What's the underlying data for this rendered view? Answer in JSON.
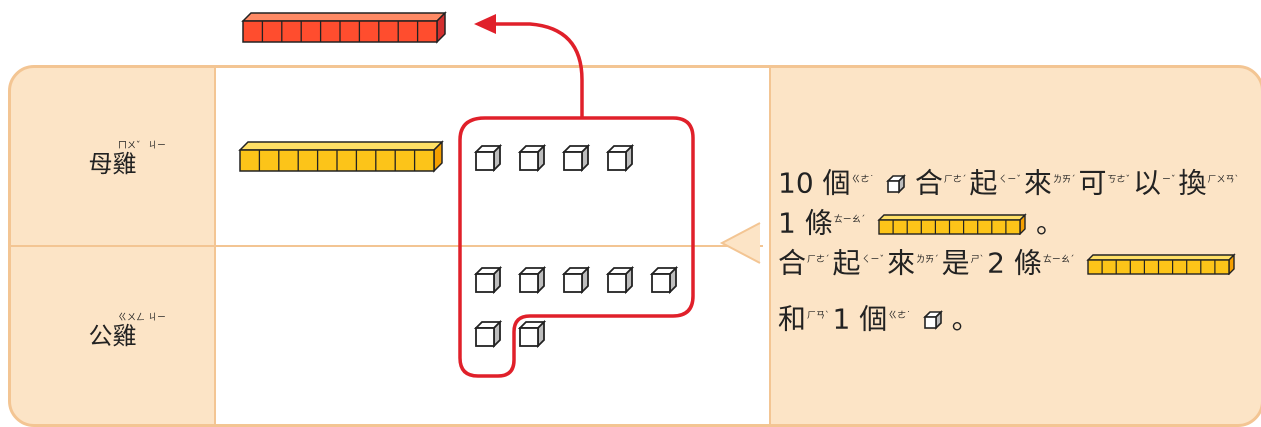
{
  "labels": {
    "hen": "母雞",
    "hen_zhuyin_1": "ㄇㄨˇ",
    "hen_zhuyin_2": "ㄐㄧ",
    "rooster": "公雞",
    "rooster_zhuyin_1": "ㄍㄨㄥ",
    "rooster_zhuyin_2": "ㄐㄧ"
  },
  "callout": {
    "line1_a": "10 個",
    "line1_zy1": "ㄍㄜ˙",
    "line1_b": "合",
    "line1_zy2": "ㄏㄜˊ",
    "line1_c": "起",
    "line1_zy3": "ㄑㄧˇ",
    "line1_d": "來",
    "line1_zy4": "ㄌㄞˊ",
    "line1_e": "可",
    "line1_zy5": "ㄎㄜˇ",
    "line1_f": "以",
    "line1_zy6": "ㄧˇ",
    "line1_g": "換",
    "line1_zy7": "ㄏㄨㄢˋ",
    "line2_a": "1 條",
    "line2_zy1": "ㄊㄧㄠˊ",
    "line2_end": "。",
    "line3_a": "合",
    "line3_zy1": "ㄏㄜˊ",
    "line3_b": "起",
    "line3_zy2": "ㄑㄧˇ",
    "line3_c": "來",
    "line3_zy3": "ㄌㄞˊ",
    "line3_d": "是",
    "line3_zy4": "ㄕˋ",
    "line3_e": "2 條",
    "line3_zy5": "ㄊㄧㄠˊ",
    "line4_a": "和",
    "line4_zy1": "ㄏㄢˋ",
    "line4_b": "1 個",
    "line4_zy2": "ㄍㄜ˙",
    "line4_end": "。"
  },
  "colors": {
    "panel": "#fce4c6",
    "border": "#f3c593",
    "rod_yellow": "#fcc419",
    "rod_red": "#ff4d2e",
    "loop": "#e0202a"
  },
  "counts": {
    "hen_units": 4,
    "rooster_units": 7,
    "rod_segments": 10
  }
}
